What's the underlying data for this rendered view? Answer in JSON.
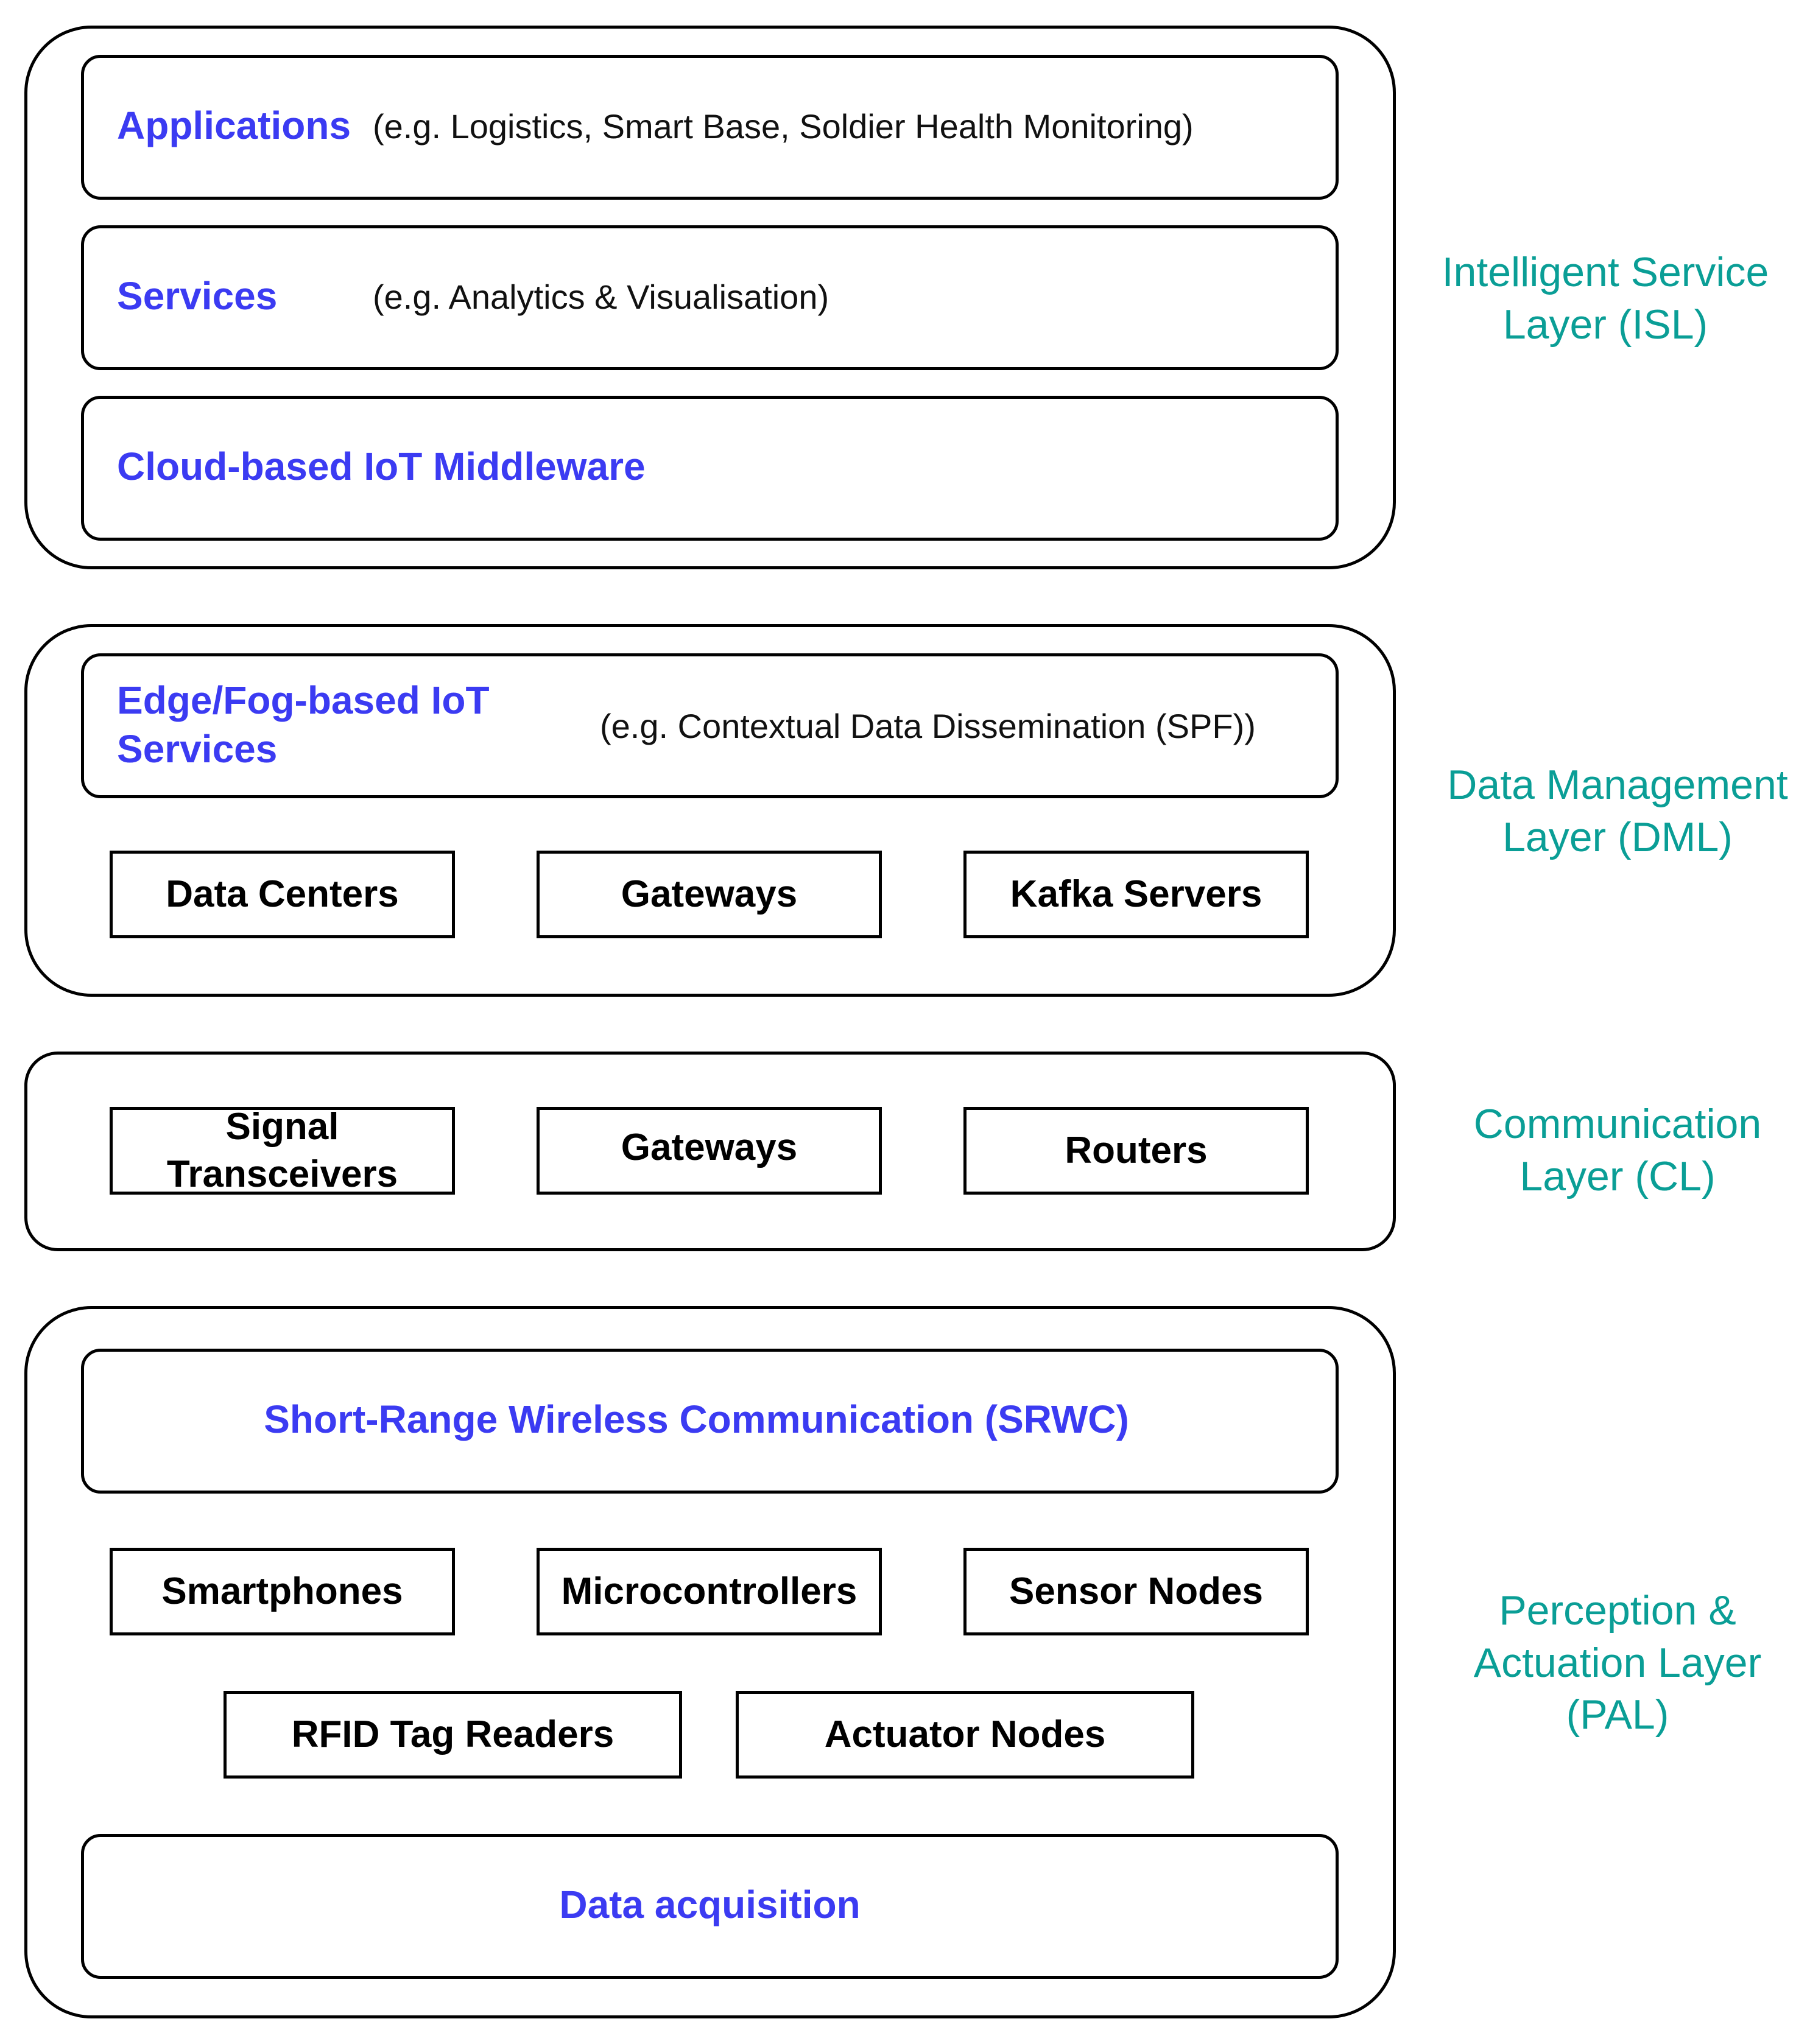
{
  "isl": {
    "label_line1": "Intelligent Service",
    "label_line2": "Layer (ISL)",
    "applications": {
      "title": "Applications",
      "note": "(e.g. Logistics, Smart Base, Soldier Health Monitoring)"
    },
    "services": {
      "title": "Services",
      "note": "(e.g. Analytics & Visualisation)"
    },
    "middleware": {
      "title": "Cloud-based IoT Middleware"
    }
  },
  "dml": {
    "label_line1": "Data Management",
    "label_line2": "Layer (DML)",
    "edge": {
      "title_line1": "Edge/Fog-based IoT",
      "title_line2": "Services",
      "note": "(e.g. Contextual Data Dissemination (SPF))"
    },
    "boxes": [
      "Data Centers",
      "Gateways",
      "Kafka Servers"
    ]
  },
  "cl": {
    "label_line1": "Communication",
    "label_line2": "Layer (CL)",
    "box1_line1": "Signal",
    "box1_line2": "Transceivers",
    "box2": "Gateways",
    "box3": "Routers"
  },
  "pal": {
    "label_line1": "Perception &",
    "label_line2": "Actuation Layer",
    "label_line3": "(PAL)",
    "srwc": "Short-Range Wireless Communication (SRWC)",
    "row1": [
      "Smartphones",
      "Microcontrollers",
      "Sensor Nodes"
    ],
    "row2": [
      "RFID Tag Readers",
      "Actuator Nodes"
    ],
    "acquisition": "Data acquisition"
  },
  "colors": {
    "blue_title": "#3b3bf2",
    "layer_label": "#0a9e96",
    "border": "#000000"
  }
}
